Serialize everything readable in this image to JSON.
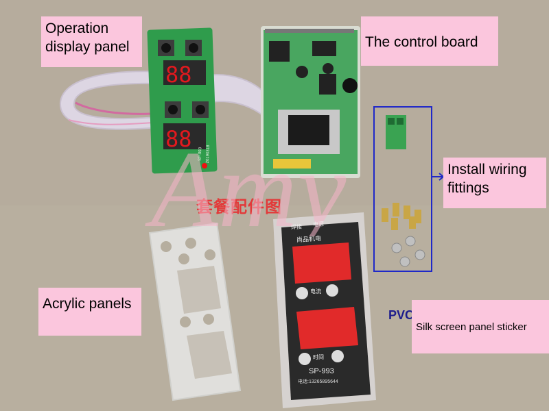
{
  "labels": {
    "operation": "Operation display panel",
    "control_board": "The control board",
    "wiring": "Install wiring fittings",
    "acrylic": "Acrylic panels",
    "silk": "Silk screen panel sticker"
  },
  "watermark": "Amy",
  "photo_text": {
    "chinese_caption": "套餐配件图",
    "pvc": "PVC:",
    "sticker_model": "SP-993",
    "sticker_brand": "尚品机电",
    "sticker_top_left": "焊接",
    "sticker_top_right": "电源",
    "sticker_current": "电流",
    "sticker_time": "时间",
    "sticker_phone": "电话:13265895644",
    "board_code_1": "SP-993",
    "board_code_2": "20190318"
  },
  "colors": {
    "label_bg": "#fbc6dd",
    "pcb_green": "#2e9a4a",
    "seven_segment": "#e1191e",
    "bracket_blue": "#1f28c8"
  }
}
